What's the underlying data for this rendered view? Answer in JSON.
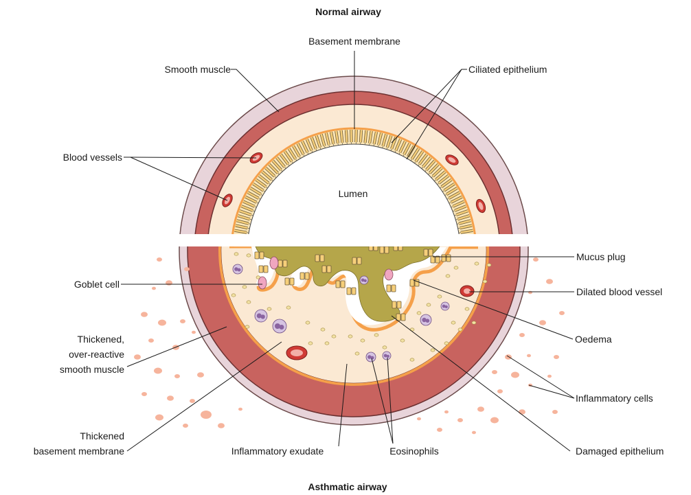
{
  "titles": {
    "normal": "Normal airway",
    "asthmatic": "Asthmatic airway"
  },
  "labels": {
    "basement_membrane": "Basement membrane",
    "smooth_muscle": "Smooth muscle",
    "ciliated_epithelium": "Ciliated epithelium",
    "blood_vessels": "Blood vessels",
    "lumen": "Lumen",
    "mucus_plug": "Mucus plug",
    "goblet_cell": "Goblet cell",
    "dilated_blood_vessel": "Dilated blood vessel",
    "thickened_muscle": [
      "Thickened,",
      "over-reactive",
      "smooth muscle"
    ],
    "oedema": "Oedema",
    "inflammatory_cells": "Inflammatory cells",
    "thickened_bm": [
      "Thickened",
      "basement membrane"
    ],
    "inflammatory_exudate": "Inflammatory exudate",
    "eosinophils": "Eosinophils",
    "damaged_epithelium": "Damaged epithelium"
  },
  "colors": {
    "outer_ring": "#e8d4da",
    "muscle": "#c8635f",
    "submucosa": "#fbe9d3",
    "membrane": "#f5a04a",
    "mucus": "#b5a64a",
    "vessel": "#d03b35",
    "eosinophil": "#a789b8",
    "inflammatory_cell": "#f6b49c"
  }
}
